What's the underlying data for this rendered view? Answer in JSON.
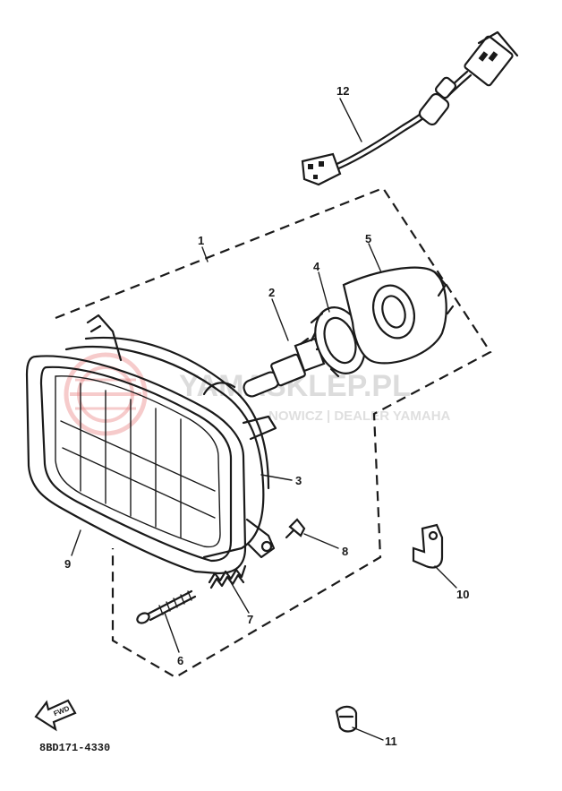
{
  "diagram": {
    "part_code": "8BD171-4330",
    "direction_label": "FWD",
    "callouts": [
      "1",
      "2",
      "3",
      "4",
      "5",
      "6",
      "7",
      "8",
      "9",
      "10",
      "11",
      "12"
    ]
  },
  "watermark": {
    "main": "YAMASKLEP.PL",
    "sub": "NOWICZ | DEALER YAMAHA",
    "accent_color": "#e88080"
  }
}
